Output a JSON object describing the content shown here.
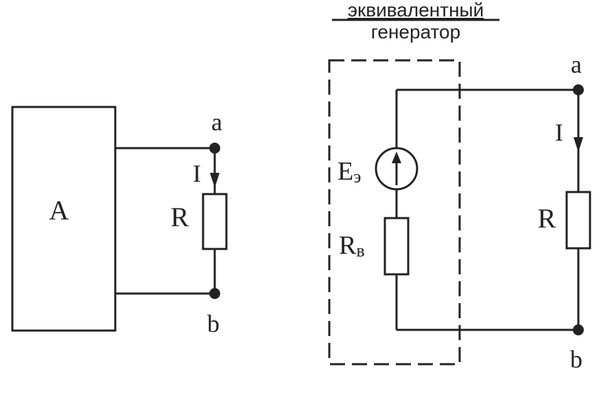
{
  "left_circuit": {
    "block_label": "A",
    "node_top": "a",
    "node_bottom": "b",
    "current_label": "I",
    "resistor_label": "R"
  },
  "right_circuit": {
    "title_line1": "эквивалентный",
    "title_line2": "генератор",
    "source_label_main": "E",
    "source_label_sub": "э",
    "internal_resistor_main": "R",
    "internal_resistor_sub": "в",
    "node_top": "a",
    "node_bottom": "b",
    "current_label": "I",
    "resistor_label": "R"
  }
}
